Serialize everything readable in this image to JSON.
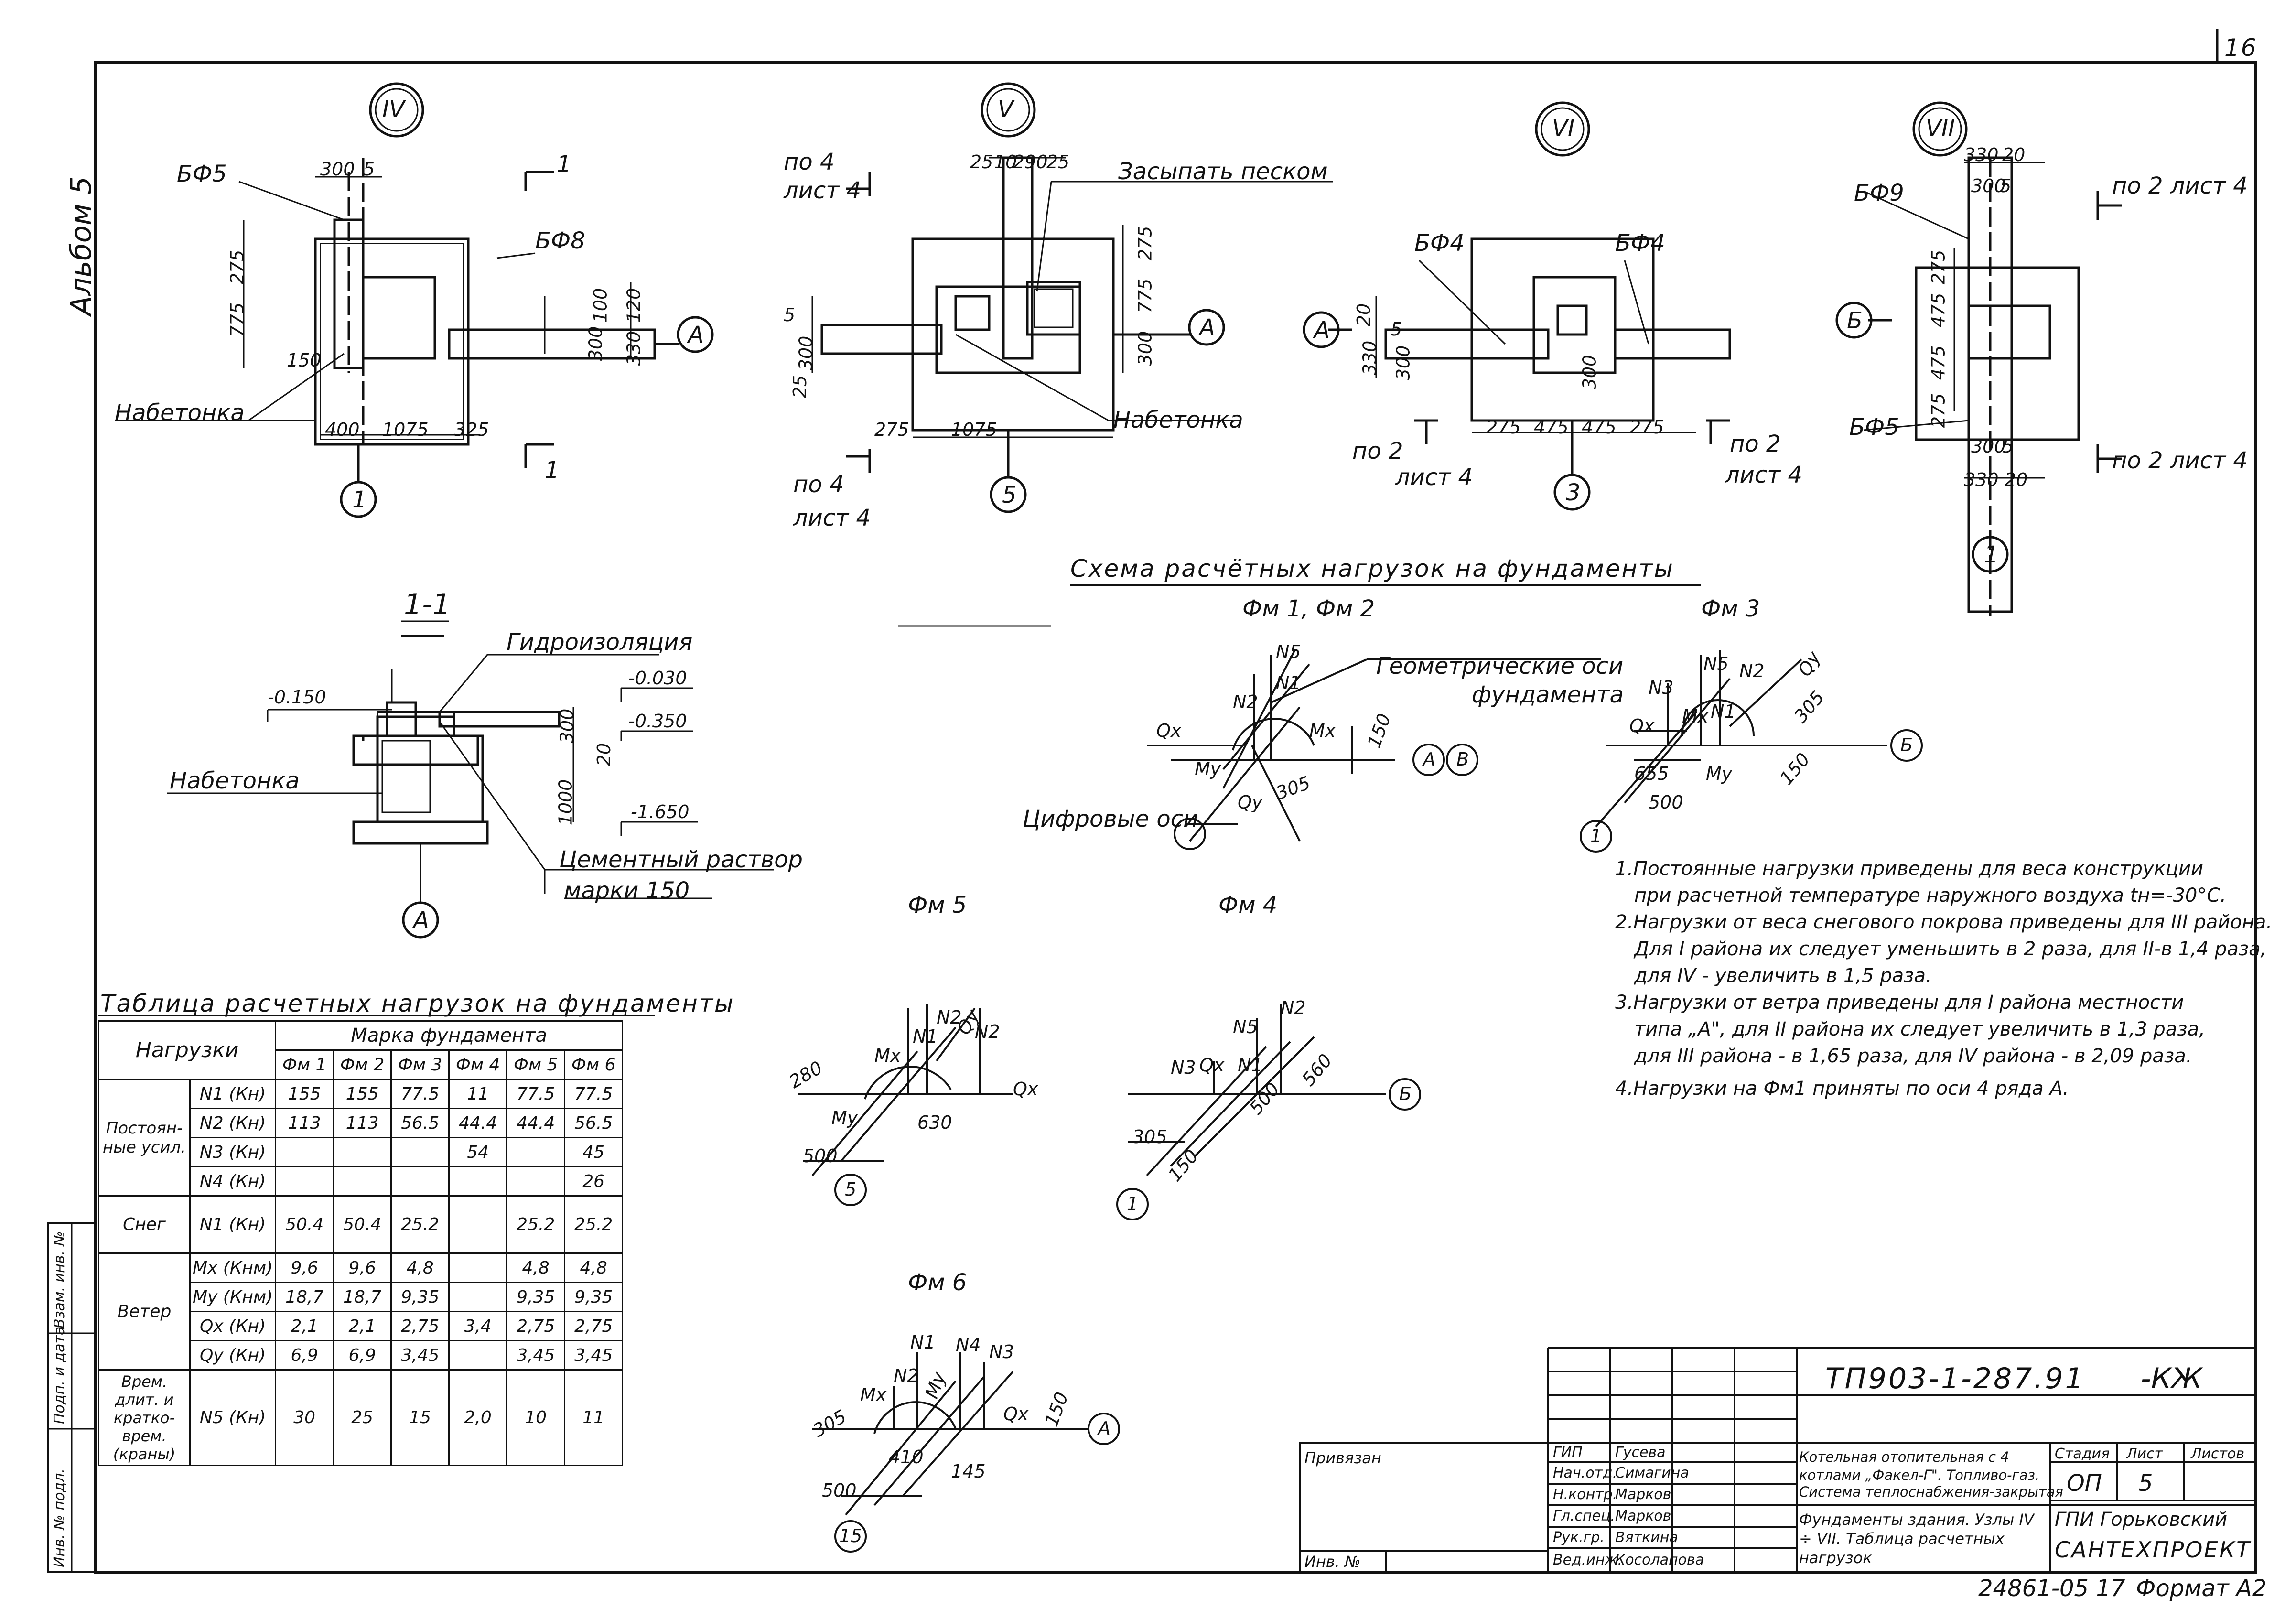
{
  "sheet": {
    "number": "16",
    "album": "Альбом 5",
    "code": "ТП903-1-287.91",
    "mark": "-КЖ",
    "bottom": "24861-05 17",
    "format": "Формат А2"
  },
  "nodes": {
    "n4": {
      "roman": "IV",
      "bf_top": "БФ5",
      "bf_right": "БФ8",
      "nabetonka": "Набетонка",
      "d": [
        "300",
        "5",
        "275",
        "775",
        "150",
        "400",
        "1075",
        "3",
        "25",
        "100",
        "300",
        "120",
        "330"
      ],
      "axis_num": "1",
      "axis_let": "A",
      "cut": "1"
    },
    "n5": {
      "roman": "V",
      "fill": "Засыпать песком",
      "nabetonka": "Набетонка",
      "d": [
        "25",
        "10",
        "290",
        "25",
        "275",
        "775",
        "300",
        "5",
        "300",
        "25",
        "275",
        "1075"
      ],
      "ref_top": "по 4",
      "ref_top2": "лист 4",
      "ref_bot": "по 4",
      "ref_bot2": "лист 4",
      "axis_num": "5",
      "axis_let": "A"
    },
    "n6": {
      "roman": "VI",
      "bf_left": "БФ4",
      "bf_right": "БФ4",
      "d": [
        "20",
        "330",
        "300",
        "5",
        "300",
        "275",
        "475",
        "475",
        "275"
      ],
      "ref_l1": "по 2",
      "ref_l2": "лист 4",
      "ref_r1": "по 2",
      "ref_r2": "лист 4",
      "axis_num": "3",
      "axis_let": "A"
    },
    "n7": {
      "roman": "VII",
      "bf_top": "БФ9",
      "bf_bot": "БФ5",
      "d": [
        "330",
        "20",
        "300",
        "5",
        "275",
        "475",
        "475",
        "275",
        "300",
        "5",
        "330",
        "20"
      ],
      "ref_t1": "по 2 лист 4",
      "ref_b1": "по 2 лист 4",
      "axis_num": "1",
      "axis_let": "Б"
    }
  },
  "section": {
    "title": "1-1",
    "hydro": "Гидроизоляция",
    "nabetonka": "Набетонка",
    "mortar": "Цементный раствор",
    "mortar2": "марки 150",
    "m1": "-0.150",
    "m2": "-0.030",
    "m3": "-0.350",
    "m4": "-1.650",
    "d1": "300",
    "d2": "20",
    "d3": "1000",
    "axis": "A"
  },
  "scheme": {
    "title": "Схема расчётных нагрузок на фундаменты",
    "fm12": "Фм 1, Фм 2",
    "fm3": "Фм 3",
    "fm4": "Фм 4",
    "fm5": "Фм 5",
    "fm6": "Фм 6",
    "geo1": "Геометрические оси",
    "geo2": "фундамента",
    "digit": "Цифровые оси",
    "labels": {
      "N1": "N1",
      "N2": "N2",
      "N3": "N3",
      "N4": "N4",
      "N5": "N5",
      "Mx": "Mx",
      "My": "My",
      "Qx": "Qx",
      "Qy": "Qy"
    },
    "dims": {
      "fm12": [
        "150",
        "305"
      ],
      "fm3": [
        "655",
        "500",
        "305",
        "150"
      ],
      "fm5": [
        "280",
        "630",
        "500"
      ],
      "fm4": [
        "560",
        "305",
        "150",
        "500"
      ],
      "fm6": [
        "305",
        "150",
        "410",
        "145",
        "500"
      ]
    },
    "axes": {
      "A": "A",
      "B": "Б",
      "Bv": "В",
      "one": "1",
      "five": "5",
      "fifteen": "15"
    }
  },
  "notes": [
    "1.Постоянные нагрузки приведены для веса конструкции",
    "при расчетной температуре наружного воздуха tн=-30°C.",
    "2.Нагрузки от веса снегового покрова приведены для III района.",
    "Для I района их следует уменьшить в 2 раза, для II-в 1,4 раза,",
    "для IV - увеличить в 1,5 раза.",
    "3.Нагрузки от ветра приведены для I района местности",
    "типа „А\", для II района их следует увеличить в 1,3 раза,",
    "для III района - в 1,65 раза, для IV района - в 2,09 раза.",
    "4.Нагрузки на Фм1 приняты по оси 4 ряда А."
  ],
  "table": {
    "title": "Таблица расчетных нагрузок на фундаменты",
    "h_loads": "Нагрузки",
    "h_mark": "Марка фундамента",
    "cols": [
      "Фм 1",
      "Фм 2",
      "Фм 3",
      "Фм 4",
      "Фм 5",
      "Фм 6"
    ],
    "groups": {
      "perm": "Постоян-ные усил.",
      "snow": "Снег",
      "wind": "Ветер",
      "temp": "Врем. длит. и кратко-врем.(краны)"
    },
    "rows": [
      {
        "p": "N1 (Кн)",
        "v": [
          "155",
          "155",
          "77.5",
          "11",
          "77.5",
          "77.5"
        ]
      },
      {
        "p": "N2 (Кн)",
        "v": [
          "113",
          "113",
          "56.5",
          "44.4",
          "44.4",
          "56.5"
        ]
      },
      {
        "p": "N3 (Кн)",
        "v": [
          "",
          "",
          "",
          "54",
          "",
          "45"
        ]
      },
      {
        "p": "N4 (Кн)",
        "v": [
          "",
          "",
          "",
          "",
          "",
          "26"
        ]
      },
      {
        "p": "N1 (Кн)",
        "v": [
          "50.4",
          "50.4",
          "25.2",
          "",
          "25.2",
          "25.2"
        ]
      },
      {
        "p": "Mx (Кнм)",
        "v": [
          "9,6",
          "9,6",
          "4,8",
          "",
          "4,8",
          "4,8"
        ]
      },
      {
        "p": "My (Кнм)",
        "v": [
          "18,7",
          "18,7",
          "9,35",
          "",
          "9,35",
          "9,35"
        ]
      },
      {
        "p": "Qx (Кн)",
        "v": [
          "2,1",
          "2,1",
          "2,75",
          "3,4",
          "2,75",
          "2,75"
        ]
      },
      {
        "p": "Qy (Кн)",
        "v": [
          "6,9",
          "6,9",
          "3,45",
          "",
          "3,45",
          "3,45"
        ]
      },
      {
        "p": "N5 (Кн)",
        "v": [
          "30",
          "25",
          "15",
          "2,0",
          "10",
          "11"
        ]
      }
    ]
  },
  "stamp": {
    "privyazan": "Привязан",
    "inv": "Инв. №",
    "rows": [
      [
        "ГИП",
        "Гусева"
      ],
      [
        "Нач.отд.",
        "Симагина"
      ],
      [
        "Н.контр.",
        "Марков"
      ],
      [
        "Гл.спец.",
        "Марков"
      ],
      [
        "Рук.гр.",
        "Вяткина"
      ],
      [
        "Вед.инж.",
        "Косолапова"
      ]
    ],
    "desc1": "Котельная отопительная с 4 котлами „Факел-Г\". Топливо-газ.",
    "desc1b": "Система теплоснабжения-закрытая",
    "desc2": "Фундаменты здания. Узлы IV ÷ VII. Таблица расчетных нагрузок",
    "stage_h": "Стадия",
    "sheet_h": "Лист",
    "sheets_h": "Листов",
    "stage": "ОП",
    "sheet_no": "5",
    "org1": "ГПИ Горьковский",
    "org2": "САНТЕХПРОЕКТ"
  },
  "side": {
    "v1": "Взам. инв. №",
    "v2": "Подп. и дата",
    "v3": "Инв. № подл."
  }
}
